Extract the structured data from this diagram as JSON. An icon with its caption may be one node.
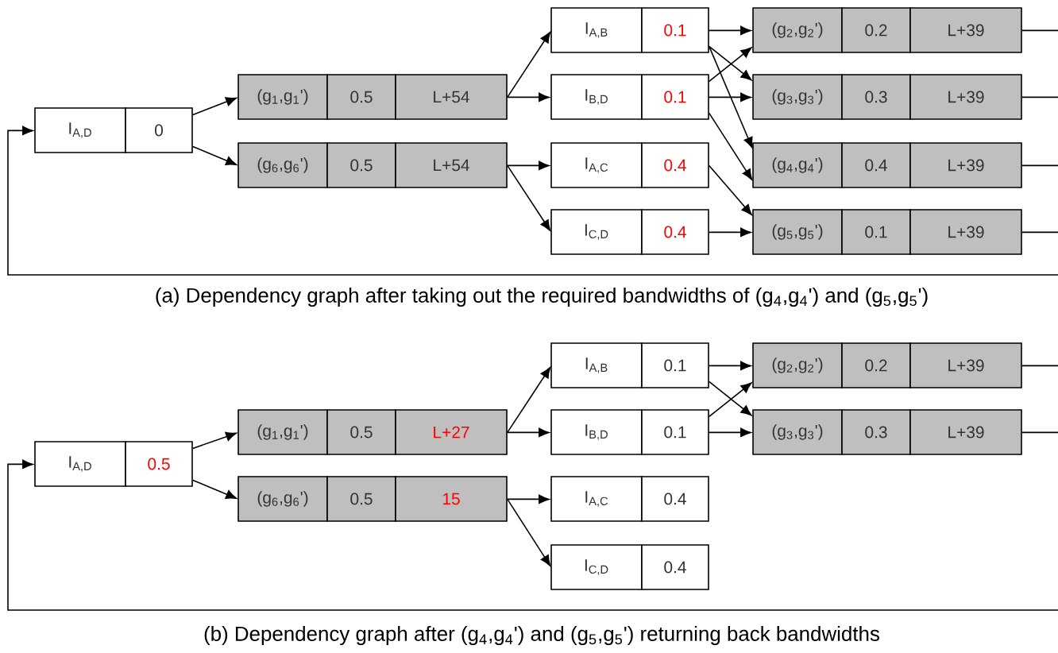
{
  "diagram": {
    "nodes": [
      {
        "text": [
          "I$_{A,D}$",
          "0"
        ]
      },
      {
        "text": [
          "(g$_{1}$,g$_{1}$')",
          "0.5",
          "L+54"
        ]
      },
      {
        "text": [
          "(g$_{6}$,g$_{6}$')",
          "0.5",
          "L+54"
        ]
      },
      {
        "text": [
          "I$_{A,B}$",
          "0.1"
        ]
      },
      {
        "text": [
          "I$_{B,D}$",
          "0.1"
        ]
      },
      {
        "text": [
          "I$_{A,C}$",
          "0.4"
        ]
      },
      {
        "text": [
          "I$_{C,D}$",
          "0.4"
        ]
      },
      {
        "text": [
          "(g$_{2}$,g$_{2}$')",
          "0.2",
          "L+39"
        ]
      },
      {
        "text": [
          "(g$_{3}$,g$_{3}$')",
          "0.3",
          "L+39"
        ]
      },
      {
        "text": [
          "(g$_{4}$,g$_{4}$')",
          "0.4",
          "L+39"
        ]
      },
      {
        "text": [
          "(g$_{5}$,g$_{5}$')",
          "0.1",
          "L+39"
        ]
      },
      {
        "text": [
          "I$_{A,D}$",
          "0.5"
        ]
      },
      {
        "text": [
          "(g$_{1}$,g$_{1}$')",
          "0.5",
          "L+27"
        ]
      },
      {
        "text": [
          "(g$_{6}$,g$_{6}$')",
          "0.5",
          "15"
        ]
      },
      {
        "text": [
          "I$_{A,B}$",
          "0.1"
        ]
      },
      {
        "text": [
          "I$_{B,D}$",
          "0.1"
        ]
      },
      {
        "text": [
          "I$_{A,C}$",
          "0.4"
        ]
      },
      {
        "text": [
          "I$_{C,D}$",
          "0.4"
        ]
      },
      {
        "text": [
          "(g$_{2}$,g$_{2}$')",
          "0.2",
          "L+39"
        ]
      },
      {
        "text": [
          "(g$_{3}$,g$_{3}$')",
          "0.3",
          "L+39"
        ]
      }
    ],
    "edges": [
      {
        "from": 0,
        "to": 1,
        "arrow": "to"
      },
      {
        "from": 0,
        "to": 2,
        "arrow": "to"
      },
      {
        "from": 1,
        "to": 3,
        "arrow": "to"
      },
      {
        "from": 1,
        "to": 4,
        "arrow": "to"
      },
      {
        "from": 2,
        "to": 5,
        "arrow": "to"
      },
      {
        "from": 2,
        "to": 6,
        "arrow": "to"
      },
      {
        "from": 3,
        "to": 7,
        "arrow": "to"
      },
      {
        "from": 3,
        "to": 8,
        "arrow": "to"
      },
      {
        "from": 3,
        "to": 9,
        "arrow": "to"
      },
      {
        "from": 4,
        "to": 7,
        "arrow": "to"
      },
      {
        "from": 4,
        "to": 8,
        "arrow": "to"
      },
      {
        "from": 4,
        "to": 9,
        "arrow": "to"
      },
      {
        "from": 5,
        "to": 10,
        "arrow": "to"
      },
      {
        "from": 6,
        "to": 10,
        "arrow": "to"
      },
      {
        "from": 7,
        "to": null,
        "arrow": "none"
      },
      {
        "from": 8,
        "to": null,
        "arrow": "none"
      },
      {
        "from": 9,
        "to": null,
        "arrow": "none"
      },
      {
        "from": 10,
        "to": null,
        "arrow": "none"
      },
      {
        "from": null,
        "to": 0,
        "arrow": "to"
      },
      {
        "from": 11,
        "to": 12,
        "arrow": "to"
      },
      {
        "from": 11,
        "to": 13,
        "arrow": "to"
      },
      {
        "from": 12,
        "to": 14,
        "arrow": "to"
      },
      {
        "from": 12,
        "to": 15,
        "arrow": "to"
      },
      {
        "from": 13,
        "to": 16,
        "arrow": "to"
      },
      {
        "from": 13,
        "to": 17,
        "arrow": "to"
      },
      {
        "from": 14,
        "to": 18,
        "arrow": "to"
      },
      {
        "from": 14,
        "to": 19,
        "arrow": "to"
      },
      {
        "from": 15,
        "to": 18,
        "arrow": "to"
      },
      {
        "from": 15,
        "to": 19,
        "arrow": "to"
      },
      {
        "from": 18,
        "to": null,
        "arrow": "none"
      },
      {
        "from": 19,
        "to": null,
        "arrow": "none"
      },
      {
        "from": null,
        "to": 11,
        "arrow": "to"
      }
    ],
    "labels": [
      "(a) Dependency graph after taking out the required bandwidths of (g$_{4}$,g$_{4}$') and (g$_{5}$,g$_{5}$')",
      "(b) Dependency graph after (g$_{4}$,g$_{4}$') and (g$_{5}$,g$_{5}$') returning back bandwidths"
    ]
  }
}
